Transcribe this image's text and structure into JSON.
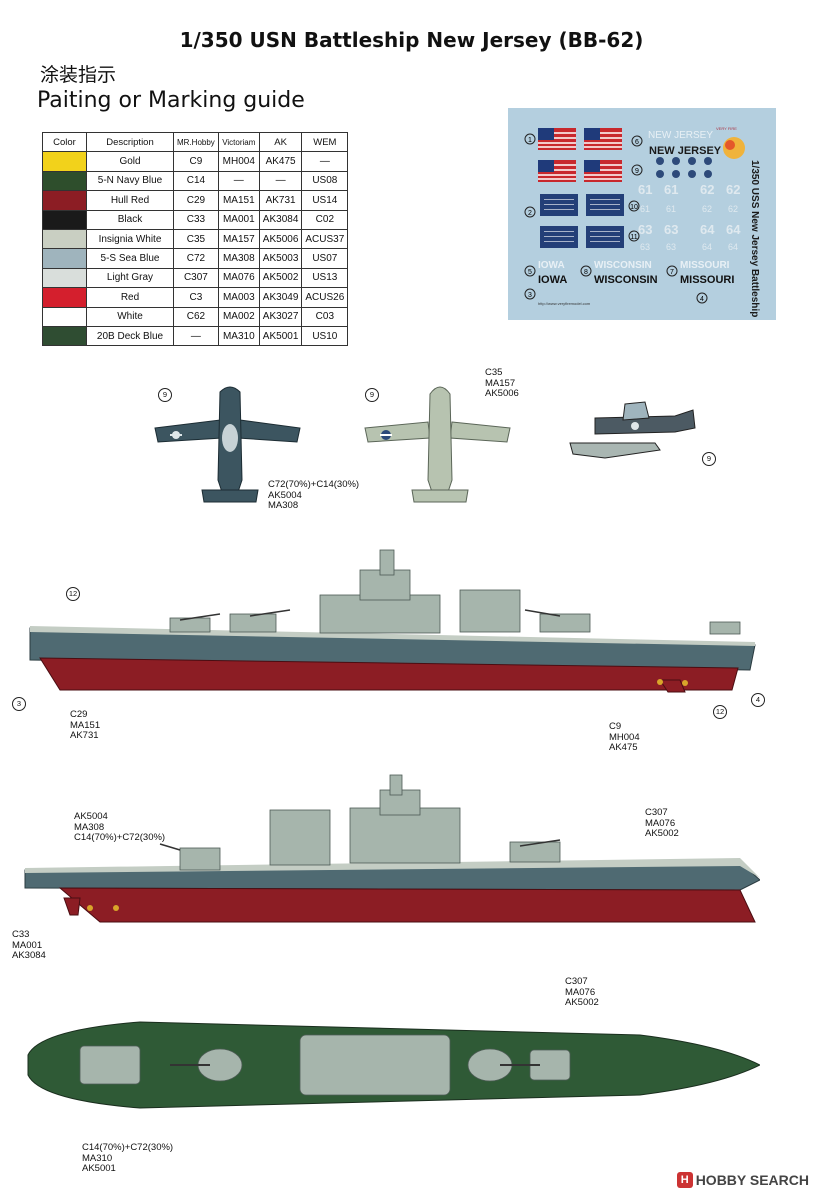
{
  "title": "1/350 USN Battleship New Jersey (BB-62)",
  "subtitle_zh": "涂装指示",
  "subtitle_en": "Paiting or Marking guide",
  "table": {
    "headers": [
      "Color",
      "Description",
      "MR.Hobby",
      "Victoriam",
      "AK",
      "WEM"
    ],
    "rows": [
      {
        "swatch": "#f2d21b",
        "desc": "Gold",
        "mrhobby": "C9",
        "victoriam": "MH004",
        "ak": "AK475",
        "wem": "—"
      },
      {
        "swatch": "#2e4e2c",
        "desc": "5-N Navy Blue",
        "mrhobby": "C14",
        "victoriam": "—",
        "ak": "—",
        "wem": "US08"
      },
      {
        "swatch": "#8c1d24",
        "desc": "Hull Red",
        "mrhobby": "C29",
        "victoriam": "MA151",
        "ak": "AK731",
        "wem": "US14"
      },
      {
        "swatch": "#1a1a1a",
        "desc": "Black",
        "mrhobby": "C33",
        "victoriam": "MA001",
        "ak": "AK3084",
        "wem": "C02"
      },
      {
        "swatch": "#c9cfc2",
        "desc": "Insignia White",
        "mrhobby": "C35",
        "victoriam": "MA157",
        "ak": "AK5006",
        "wem": "ACUS37"
      },
      {
        "swatch": "#9fb4bd",
        "desc": "5-S Sea Blue",
        "mrhobby": "C72",
        "victoriam": "MA308",
        "ak": "AK5003",
        "wem": "US07"
      },
      {
        "swatch": "#d9dedb",
        "desc": "Light Gray",
        "mrhobby": "C307",
        "victoriam": "MA076",
        "ak": "AK5002",
        "wem": "US13"
      },
      {
        "swatch": "#d41f2d",
        "desc": "Red",
        "mrhobby": "C3",
        "victoriam": "MA003",
        "ak": "AK3049",
        "wem": "ACUS26"
      },
      {
        "swatch": "#ffffff",
        "desc": "White",
        "mrhobby": "C62",
        "victoriam": "MA002",
        "ak": "AK3027",
        "wem": "C03"
      },
      {
        "swatch": "#2f4d32",
        "desc": "20B Deck Blue",
        "mrhobby": "—",
        "victoriam": "MA310",
        "ak": "AK5001",
        "wem": "US10"
      }
    ]
  },
  "decal": {
    "side_text": "1/350 USS New Jersey Battleship",
    "name_top": "NEW JERSEY",
    "name_main": "NEW JERSEY",
    "iowa": "IOWA",
    "wisconsin": "WISCONSIN",
    "missouri": "MISSOURI",
    "iowa_outline": "IOWA",
    "wisconsin_outline": "WISCONSIN",
    "missouri_outline": "MISSOURI",
    "num_row1": [
      "61",
      "61",
      "62",
      "62"
    ],
    "num_row2": [
      "61",
      "61",
      "62",
      "62"
    ],
    "num_row3": [
      "63",
      "63",
      "64",
      "64"
    ],
    "num_row4": [
      "63",
      "63",
      "64",
      "64"
    ],
    "url": "http://www.veryfiremodel.com",
    "brand": "VERY FIRE",
    "markers": [
      "1",
      "2",
      "3",
      "4",
      "5",
      "6",
      "7",
      "8",
      "9",
      "10",
      "11"
    ]
  },
  "callouts": {
    "plane2_paint": [
      "C35",
      "MA157",
      "AK5006"
    ],
    "plane1_paint": [
      "C72(70%)+C14(30%)",
      "AK5004",
      "MA308"
    ],
    "hull_red": [
      "C29",
      "MA151",
      "AK731"
    ],
    "gold": [
      "C9",
      "MH004",
      "AK475"
    ],
    "side2_upper": [
      "AK5004",
      "MA308",
      "C14(70%)+C72(30%)"
    ],
    "side2_gray": [
      "C307",
      "MA076",
      "AK5002"
    ],
    "side2_black": [
      "C33",
      "MA001",
      "AK3084"
    ],
    "top_gray": [
      "C307",
      "MA076",
      "AK5002"
    ],
    "top_deck": [
      "C14(70%)+C72(30%)",
      "MA310",
      "AK5001"
    ]
  },
  "watermark": "HOBBY SEARCH",
  "watermark_logo": "H",
  "colors": {
    "hull_red": "#8c1d24",
    "hull_gray": "#4f6a72",
    "deck_green": "#2f5a36",
    "decal_bg": "#b4cfdf",
    "aircraft_blue": "#3c5560",
    "aircraft_gray": "#b7c3b0"
  }
}
